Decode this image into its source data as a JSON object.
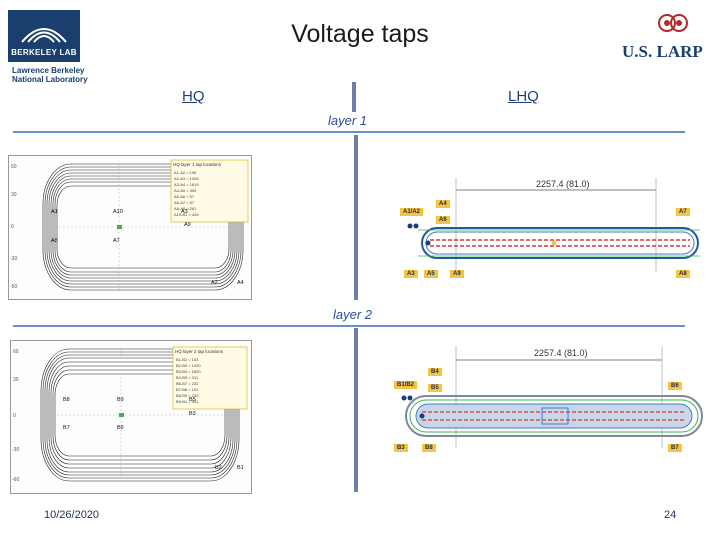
{
  "slide": {
    "title": "Voltage taps",
    "hq_label": "HQ",
    "lhq_label": "LHQ",
    "layer1_label": "layer 1",
    "layer2_label": "layer 2",
    "date": "10/26/2020",
    "page_number": "24"
  },
  "logos": {
    "berkeley_box_text": "BERKELEY LAB",
    "lab_name_line1": "Lawrence Berkeley",
    "lab_name_line2": "National Laboratory",
    "larp_text": "U.S. LARP"
  },
  "colors": {
    "brand_blue": "#1a3f6e",
    "label_blue": "#1d3f7c",
    "tag_yellow": "#f4c542"
  },
  "layer1": {
    "lhq_tags": {
      "a1a2": "A1/A2",
      "a4": "A4",
      "a6": "A6",
      "a7": "A7",
      "a3": "A3",
      "a5": "A5",
      "a9": "A9",
      "a8": "A8"
    },
    "lhq_dimension": "2257.4 (81.0)",
    "hq_table_title": "HQ layer 1 tap locations",
    "hq_points": [
      "A1",
      "A10",
      "A3",
      "A9",
      "A8",
      "A7",
      "A2",
      "A4"
    ]
  },
  "layer2": {
    "lhq_tags": {
      "b4": "B4",
      "b1b2": "B1/B2",
      "b5": "B5",
      "b6": "B6",
      "b3": "B3",
      "b8": "B8",
      "b7": "B7"
    },
    "lhq_dimension": "2257.4 (81.0)",
    "hq_table_title": "HQ layer 2 tap locations",
    "hq_points": [
      "B8",
      "B9",
      "B5",
      "B7",
      "B6",
      "B3",
      "B2",
      "B1"
    ]
  }
}
